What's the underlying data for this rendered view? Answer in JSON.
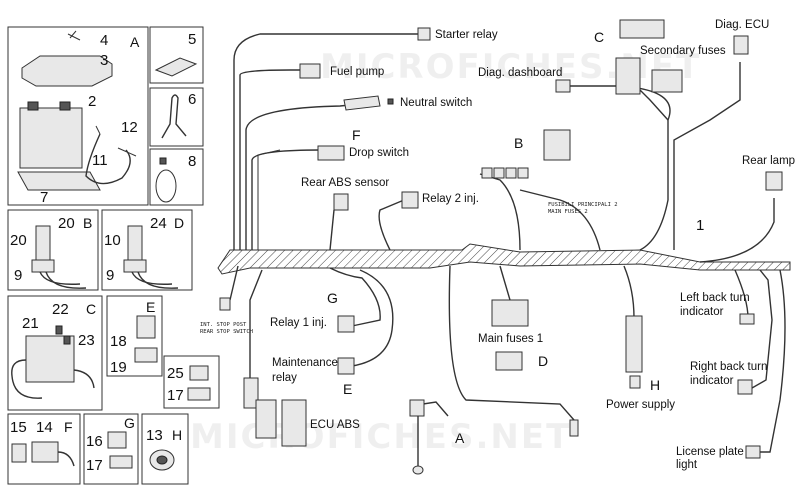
{
  "watermark": "MICROFICHES.NET",
  "labels": {
    "starter_relay": "Starter relay",
    "fuel_pump": "Fuel pump",
    "neutral_switch": "Neutral switch",
    "drop_switch": "Drop switch",
    "rear_abs_sensor": "Rear ABS sensor",
    "relay_2_inj": "Relay 2 inj.",
    "relay_1_inj": "Relay 1 inj.",
    "maintenance_relay": [
      "Maintenance",
      "relay"
    ],
    "ecu_abs": "ECU ABS",
    "diag_dashboard": "Diag. dashboard",
    "secondary_fuses": "Secondary fuses",
    "diag_ecu": "Diag. ECU",
    "rear_lamp": "Rear lamp",
    "left_back_turn": [
      "Left back turn",
      "indicator"
    ],
    "right_back_turn": [
      "Right back turn",
      "indicator"
    ],
    "license_plate": [
      "License plate",
      "light"
    ],
    "power_supply": "Power supply",
    "main_fuses_1": "Main fuses 1",
    "fusibili": [
      "FUSIBILI  PRINCIPALI 2",
      "MAIN FUSES 2"
    ],
    "int_stop_post": [
      "INT. STOP POST",
      "REAR STOP SWITCH"
    ]
  },
  "letters": {
    "A": "A",
    "B": "B",
    "C": "C",
    "D": "D",
    "E": "E",
    "F": "F",
    "G": "G",
    "H": "H"
  },
  "numbers": {
    "n1": "1",
    "n2": "2",
    "n3": "3",
    "n4": "4",
    "n5": "5",
    "n6": "6",
    "n7": "7",
    "n8": "8",
    "n9": "9",
    "n10": "10",
    "n11": "11",
    "n12": "12",
    "n13": "13",
    "n14": "14",
    "n15": "15",
    "n16": "16",
    "n17": "17",
    "n18": "18",
    "n19": "19",
    "n20": "20",
    "n21": "21",
    "n22": "22",
    "n23": "23",
    "n24": "24",
    "n25": "25"
  }
}
